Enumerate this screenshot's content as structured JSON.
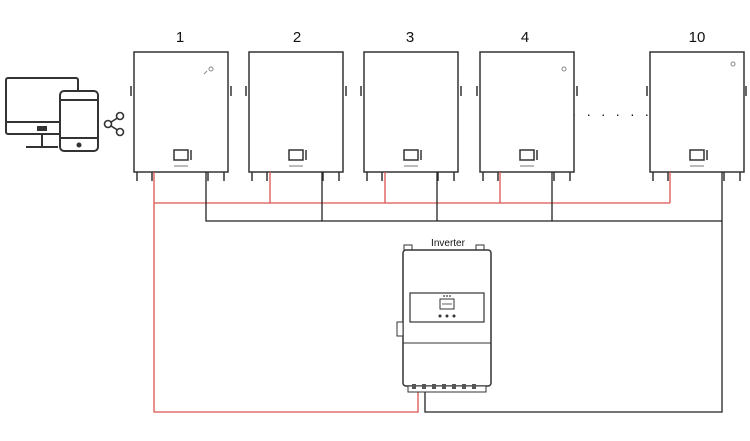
{
  "batteries": [
    {
      "label": "1"
    },
    {
      "label": "2"
    },
    {
      "label": "3"
    },
    {
      "label": "4"
    },
    {
      "label": "10"
    }
  ],
  "ellipsis": "· · · · · ·",
  "inverter": {
    "label": "Inverter"
  },
  "icons": {
    "devices": "monitor-and-phone-icon",
    "connection": "share-icon"
  },
  "colors": {
    "positive_cable": "#d9534f",
    "negative_cable": "#222222",
    "outline": "#333333"
  }
}
